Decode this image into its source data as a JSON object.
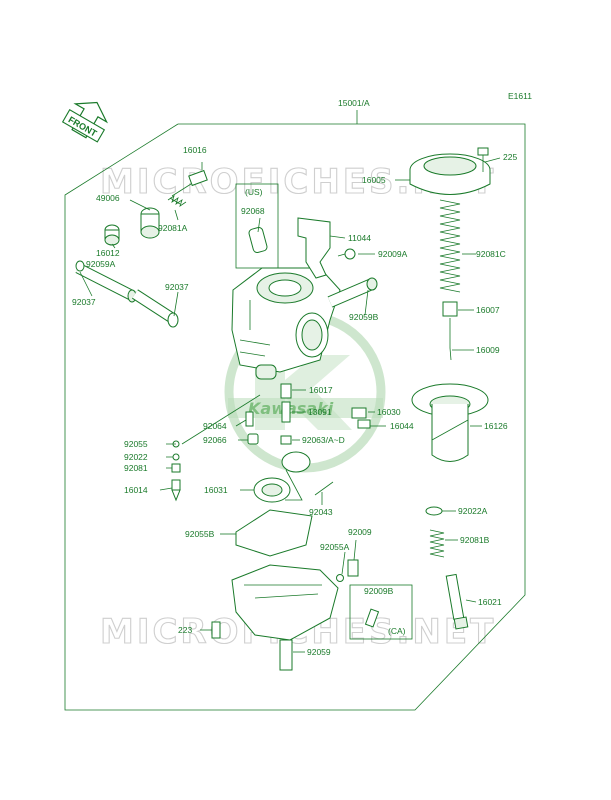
{
  "header": {
    "code": "E1611",
    "assembly_no": "15001/A",
    "front_label": "FRONT"
  },
  "watermark": {
    "text": "MICROFICHES.NET",
    "logo_text": "Kawasaki"
  },
  "callouts": {
    "p16016": "16016",
    "p225": "225",
    "p16005": "16005",
    "p49006": "49006",
    "us": "(US)",
    "p92068": "92068",
    "p92081A": "92081A",
    "p16012": "16012",
    "p11044": "11044",
    "p92059A": "92059A",
    "p92009A": "92009A",
    "p92081C": "92081C",
    "p92037a": "92037",
    "p92037b": "92037",
    "p92059B": "92059B",
    "p16007": "16007",
    "p16009": "16009",
    "p16017": "16017",
    "p13091": "13091",
    "p16030": "16030",
    "p92064": "92064",
    "p16044": "16044",
    "p16126": "16126",
    "p92055": "92055",
    "p92066": "92066",
    "p92063": "92063/A~D",
    "p92022": "92022",
    "p92081": "92081",
    "p16014": "16014",
    "p16031": "16031",
    "p92043": "92043",
    "p92022A": "92022A",
    "p92055B": "92055B",
    "p92009": "92009",
    "p92055A": "92055A",
    "p92081B": "92081B",
    "p92009B": "92009B",
    "p16021": "16021",
    "ca": "(CA)",
    "p223": "223",
    "p92059": "92059"
  },
  "colors": {
    "line": "#1a7a2a",
    "watermark": "#cfcfcf"
  }
}
